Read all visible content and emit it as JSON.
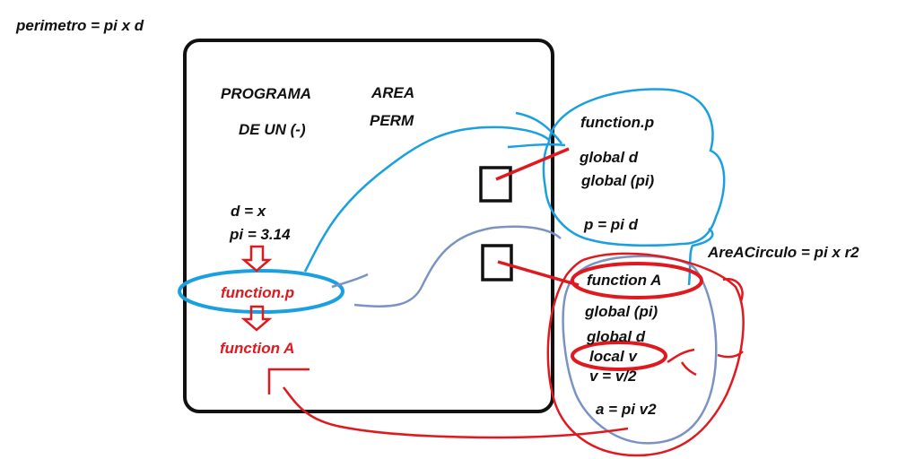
{
  "top_formula": "perimetro = pi x d",
  "program_box": {
    "title_line1": "PROGRAMA",
    "title_line2": "DE UN (-)",
    "memory_line1": "AREA",
    "memory_line2": "PERM",
    "var_d": "d = x",
    "var_pi": "pi = 3.14",
    "call_p": "function.p",
    "call_a": "function A"
  },
  "function_p_cloud": {
    "name": "function.p",
    "line1": "global d",
    "line2": "global (pi)",
    "line3": "p = pi d"
  },
  "area_formula": "AreACirculo = pi x r2",
  "function_a_cloud": {
    "name": "function A",
    "line1": "global (pi)",
    "line2": "global d",
    "line3": "local v",
    "line4": "v = v/2",
    "line5": "a = pi v2"
  },
  "colors": {
    "ink": "#111111",
    "red": "#e0191f",
    "blue": "#1aa0e0",
    "steel": "#7a93c4"
  }
}
